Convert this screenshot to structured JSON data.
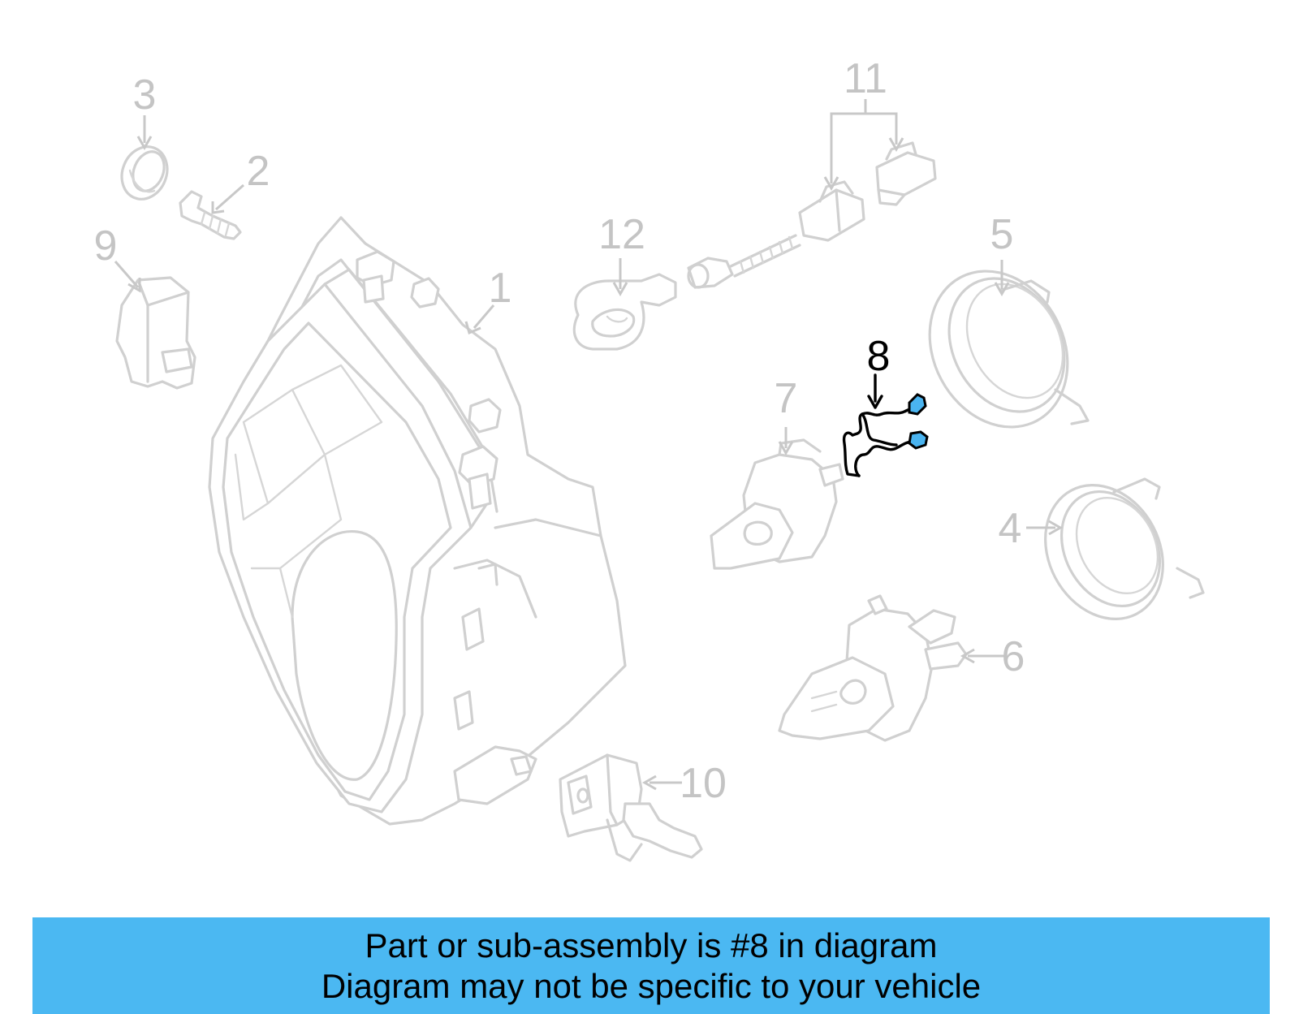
{
  "diagram": {
    "highlight_color": "#4ab4f0",
    "ghost_color": "#d0d0d0",
    "highlighted_callout": "8",
    "callouts": {
      "c1": "1",
      "c2": "2",
      "c3": "3",
      "c4": "4",
      "c5": "5",
      "c6": "6",
      "c7": "7",
      "c8": "8",
      "c9": "9",
      "c10": "10",
      "c11": "11",
      "c12": "12"
    }
  },
  "banner": {
    "line1": "Part or sub-assembly is #8 in diagram",
    "line2": "Diagram may not be specific to your vehicle",
    "background": "#4bb8f2"
  }
}
